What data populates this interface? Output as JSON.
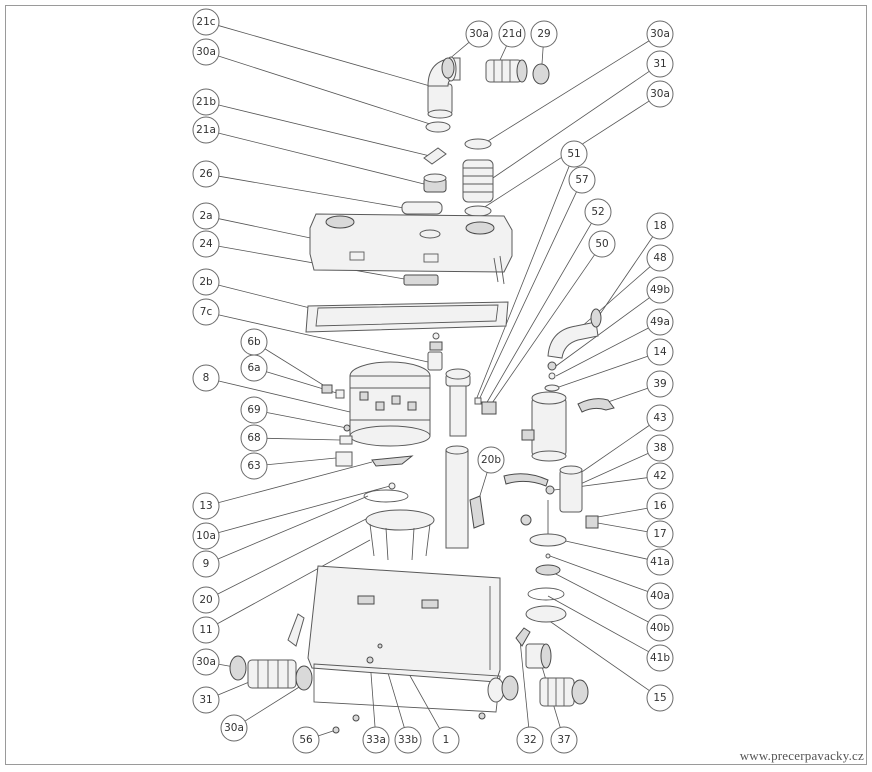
{
  "watermark": "www.precerpavacky.cz",
  "callouts": [
    {
      "id": "21c"
    },
    {
      "id": "30a"
    },
    {
      "id": "21b"
    },
    {
      "id": "21a"
    },
    {
      "id": "26"
    },
    {
      "id": "2a"
    },
    {
      "id": "24"
    },
    {
      "id": "2b"
    },
    {
      "id": "7c"
    },
    {
      "id": "6b"
    },
    {
      "id": "6a"
    },
    {
      "id": "8"
    },
    {
      "id": "69"
    },
    {
      "id": "68"
    },
    {
      "id": "63"
    },
    {
      "id": "13"
    },
    {
      "id": "10a"
    },
    {
      "id": "9"
    },
    {
      "id": "20"
    },
    {
      "id": "11"
    },
    {
      "id": "30a"
    },
    {
      "id": "31"
    },
    {
      "id": "30a"
    },
    {
      "id": "56"
    },
    {
      "id": "33a"
    },
    {
      "id": "33b"
    },
    {
      "id": "1"
    },
    {
      "id": "32"
    },
    {
      "id": "37"
    },
    {
      "id": "15"
    },
    {
      "id": "41b"
    },
    {
      "id": "40b"
    },
    {
      "id": "40a"
    },
    {
      "id": "41a"
    },
    {
      "id": "17"
    },
    {
      "id": "16"
    },
    {
      "id": "42"
    },
    {
      "id": "38"
    },
    {
      "id": "43"
    },
    {
      "id": "39"
    },
    {
      "id": "14"
    },
    {
      "id": "49a"
    },
    {
      "id": "49b"
    },
    {
      "id": "48"
    },
    {
      "id": "18"
    },
    {
      "id": "50"
    },
    {
      "id": "52"
    },
    {
      "id": "57"
    },
    {
      "id": "51"
    },
    {
      "id": "30a"
    },
    {
      "id": "31"
    },
    {
      "id": "30a"
    },
    {
      "id": "30a"
    },
    {
      "id": "21d"
    },
    {
      "id": "29"
    },
    {
      "id": "20b"
    }
  ]
}
